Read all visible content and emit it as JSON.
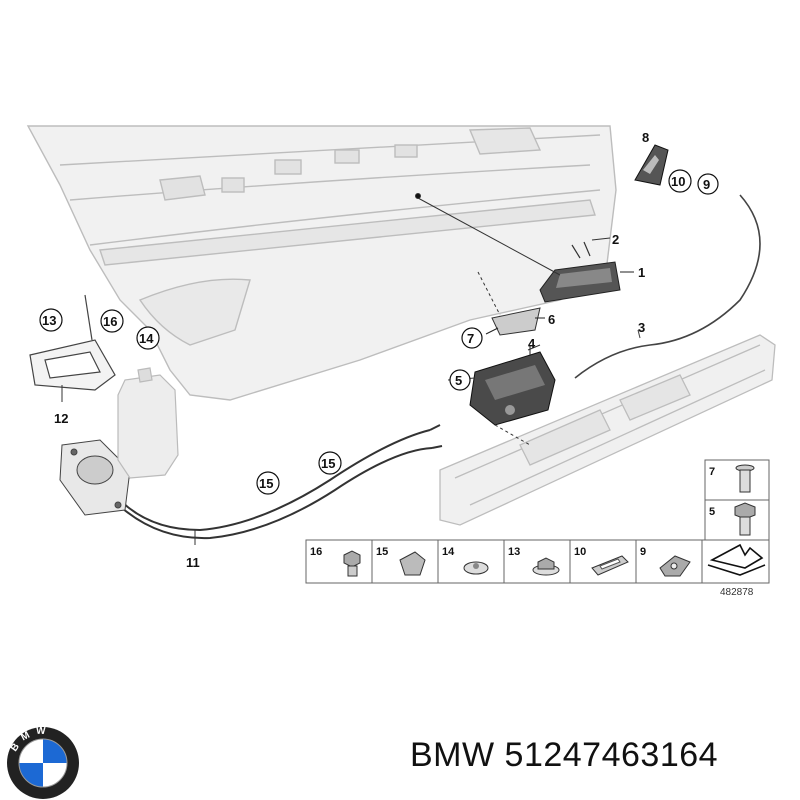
{
  "diagram": {
    "callouts": [
      "1",
      "2",
      "3",
      "4",
      "5",
      "6",
      "7",
      "8",
      "9",
      "10",
      "11",
      "12",
      "13",
      "14",
      "15",
      "15",
      "16"
    ],
    "legend": {
      "side": [
        {
          "number": "7",
          "part": "flat-head-bolt-icon"
        },
        {
          "number": "5",
          "part": "hex-bolt-icon"
        }
      ],
      "bottom": [
        {
          "number": "16",
          "part": "hex-nut-icon"
        },
        {
          "number": "15",
          "part": "cable-clip-icon"
        },
        {
          "number": "14",
          "part": "push-nut-icon"
        },
        {
          "number": "13",
          "part": "flange-nut-icon"
        },
        {
          "number": "10",
          "part": "gasket-plate-icon"
        },
        {
          "number": "9",
          "part": "grommet-clip-icon"
        }
      ]
    },
    "reference_number": "482878"
  },
  "caption": {
    "brand": "BMW",
    "part_number": "51247463164"
  },
  "logo": {
    "letters": "BMW",
    "colors": {
      "ring": "#222222",
      "blue": "#1c69d4",
      "white": "#ffffff"
    }
  }
}
